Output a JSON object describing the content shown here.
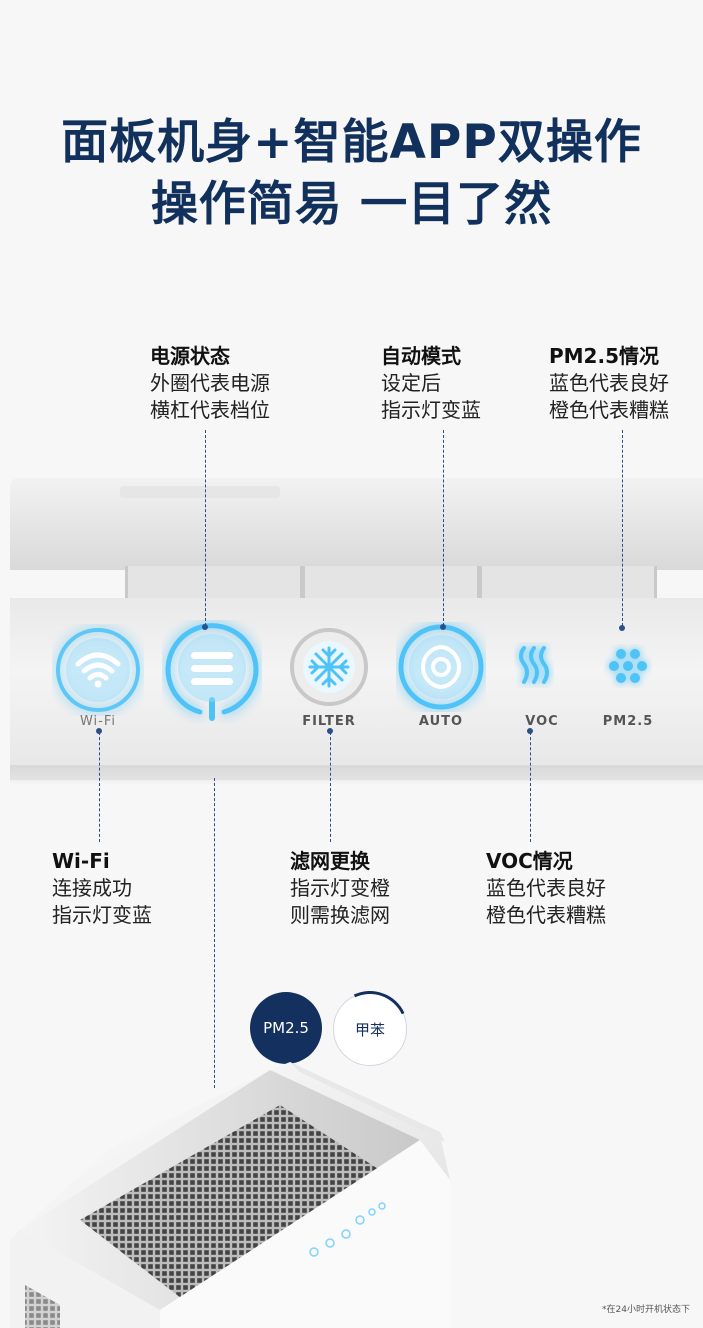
{
  "headline": {
    "line1": "面板机身+智能APP双操作",
    "line2": "操作简易 一目了然"
  },
  "callouts_top": [
    {
      "title": "电源状态",
      "line1": "外圈代表电源",
      "line2": "横杠代表档位"
    },
    {
      "title": "自动模式",
      "line1": "设定后",
      "line2": "指示灯变蓝"
    },
    {
      "title": "PM2.5情况",
      "line1": "蓝色代表良好",
      "line2": "橙色代表糟糕"
    }
  ],
  "callouts_bottom": [
    {
      "title": "Wi-Fi",
      "line1": "连接成功",
      "line2": "指示灯变蓝"
    },
    {
      "title": "滤网更换",
      "line1": "指示灯变橙",
      "line2": "则需换滤网"
    },
    {
      "title": "VOC情况",
      "line1": "蓝色代表良好",
      "line2": "橙色代表糟糕"
    }
  ],
  "panel": {
    "buttons": [
      {
        "icon": "wifi-icon",
        "label": "Wi-Fi",
        "state": "lit-blue"
      },
      {
        "icon": "power-fan-level-icon",
        "label": "",
        "state": "lit-blue"
      },
      {
        "icon": "filter-icon",
        "label": "FILTER",
        "state": "unlit"
      },
      {
        "icon": "auto-mode-icon",
        "label": "AUTO",
        "state": "lit-blue"
      },
      {
        "icon": "voc-icon",
        "label": "VOC",
        "state": "lit-blue"
      },
      {
        "icon": "pm25-icon",
        "label": "PM2.5",
        "state": "lit-blue"
      }
    ]
  },
  "toggle": {
    "active": "PM2.5",
    "inactive": "甲苯"
  },
  "footnote": "*在24小时开机状态下",
  "colors": {
    "navy": "#12305c",
    "glow_blue": "#4fc3f7",
    "panel_gray": "#e9e9e9"
  }
}
